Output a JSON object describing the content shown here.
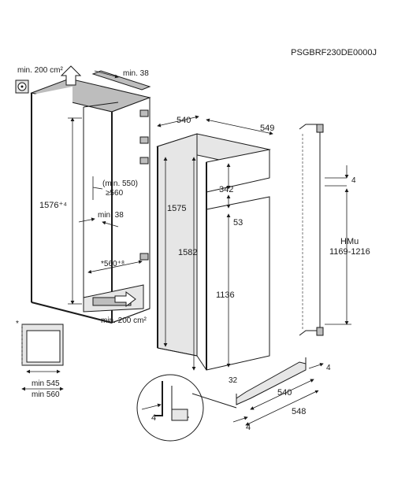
{
  "model_code": "PSGBRF230DE0000J",
  "niche": {
    "vent_top": "min. 200 cm²",
    "vent_bottom": "min. 200 cm²",
    "top_gap": "min. 38",
    "side_gap": "min. 38",
    "height": "1576⁺⁴",
    "depth_note": "(min. 550)",
    "depth_min": "≥560",
    "width": "*560⁺⁸"
  },
  "appliance": {
    "depth": "540",
    "width": "549",
    "height_left": "1575",
    "height_total": "1582",
    "freezer_door": "342",
    "door_gap": "53",
    "fridge_door": "1136",
    "bottom_offset": "32"
  },
  "section_detail": {
    "label": "*",
    "inner_min": "min 545",
    "outer_min": "min 560"
  },
  "door_detail": {
    "gap": "4",
    "side_gap": "4"
  },
  "rail": {
    "top_gap": "4",
    "hmu_label": "HMu",
    "hmu_range": "1169-1216"
  },
  "floor": {
    "offset": "4",
    "depth": "540",
    "total": "548",
    "front": "4"
  }
}
